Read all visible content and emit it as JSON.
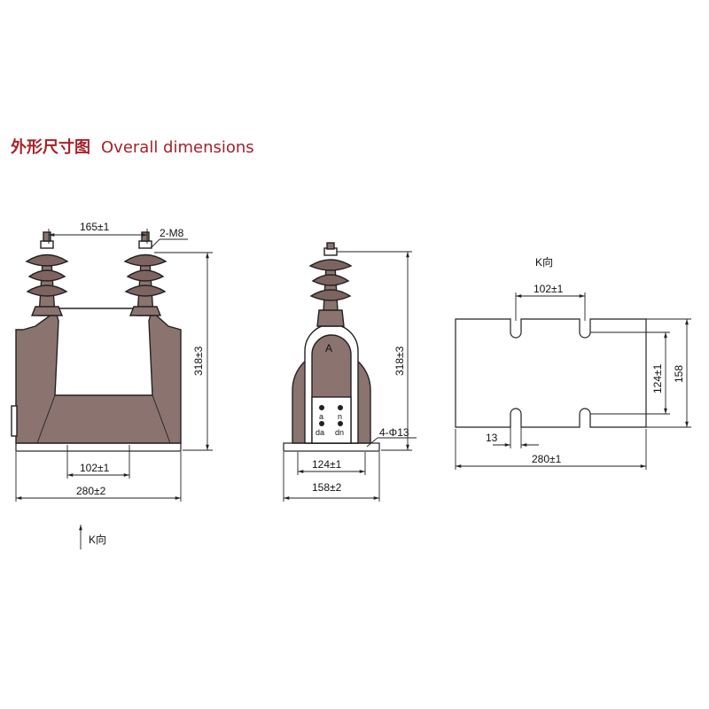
{
  "title": {
    "chinese": "外形尺寸图",
    "english": "Overall dimensions"
  },
  "front_view": {
    "dim_top": "165±1",
    "dim_bolt": "2-M8",
    "dim_height": "318±3",
    "dim_inner": "102±1",
    "dim_bottom": "280±2",
    "direction_label": "K向"
  },
  "side_view": {
    "mark_a": "A",
    "terminals": [
      "a",
      "n",
      "da",
      "dn"
    ],
    "dim_height": "318±3",
    "dim_holes": "4-Φ13",
    "dim_inner": "124±1",
    "dim_bottom": "158±2"
  },
  "plan_view": {
    "direction_label": "K向",
    "dim_top": "102±1",
    "dim_inner_height": "124±1",
    "dim_height": "158",
    "dim_slot": "13",
    "dim_bottom": "280±1"
  },
  "colors": {
    "title": "#a5222a",
    "body_fill": "#8b7370",
    "line": "#222222"
  }
}
